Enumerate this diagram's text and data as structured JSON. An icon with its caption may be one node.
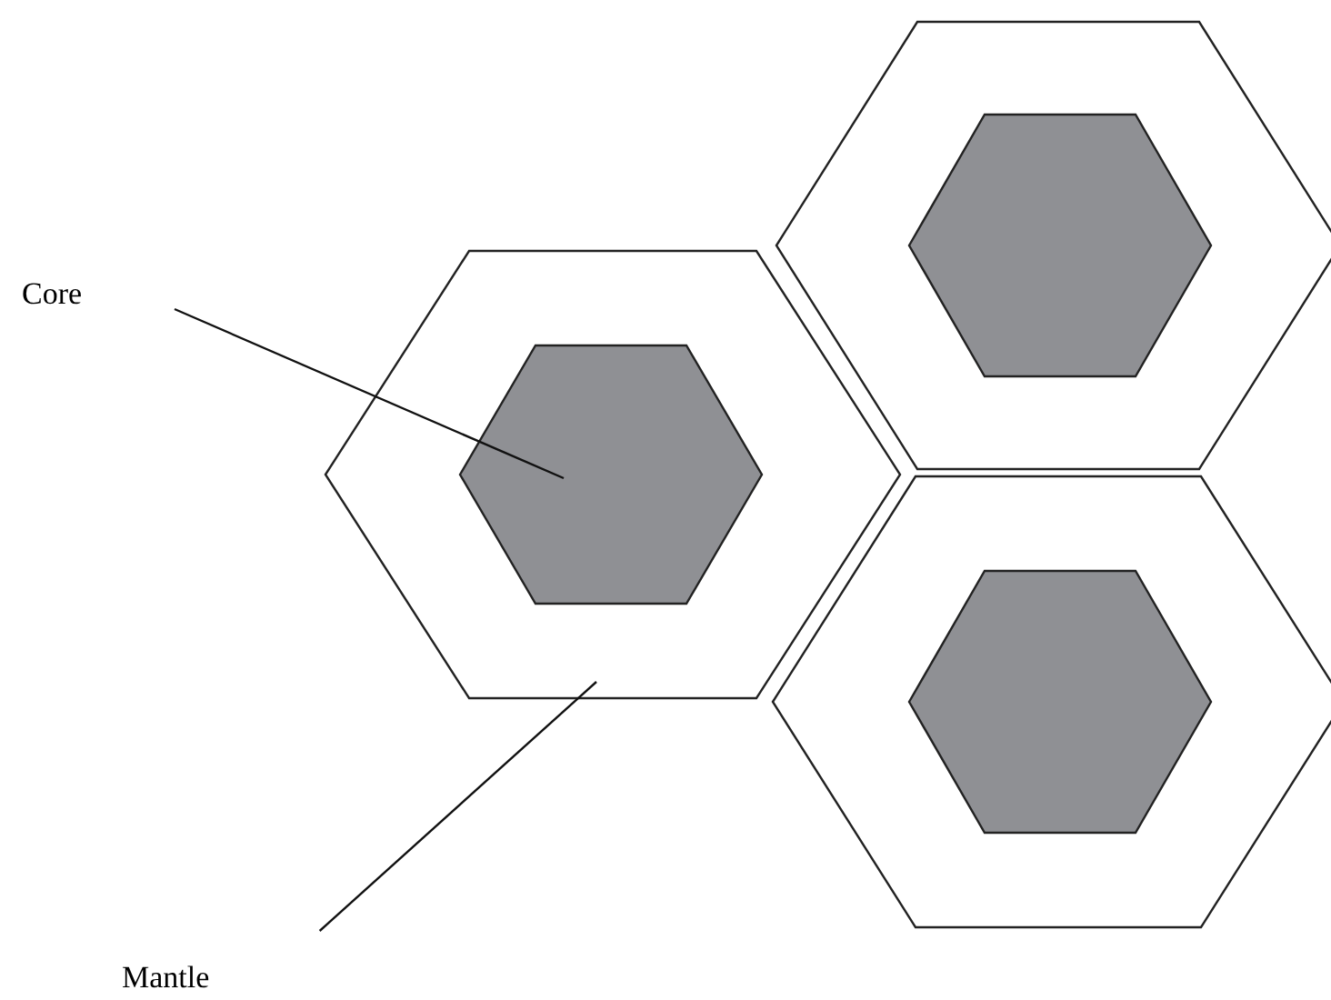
{
  "diagram": {
    "nodes": [
      {
        "text": [
          "Core"
        ]
      },
      {
        "text": [],
        "shape": "hexagon"
      },
      {
        "text": [],
        "shape": "hexagon",
        "in": 1
      },
      {
        "text": [],
        "shape": "hexagon"
      },
      {
        "text": [],
        "shape": "hexagon",
        "in": 3
      },
      {
        "text": [],
        "shape": "hexagon"
      },
      {
        "text": [],
        "shape": "hexagon",
        "in": 5
      },
      {
        "text": [
          "Mantle"
        ]
      }
    ],
    "edges": [
      {
        "from": 0,
        "to": 2,
        "arrow": "none"
      },
      {
        "from": 7,
        "to": 1,
        "arrow": "none"
      }
    ]
  }
}
